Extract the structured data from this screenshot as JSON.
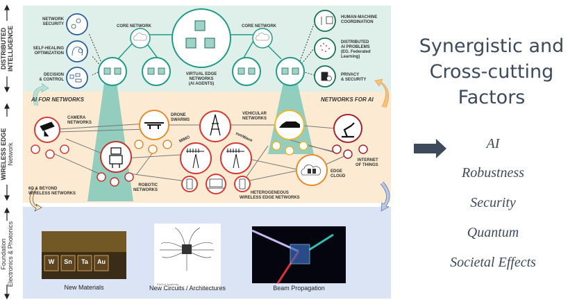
{
  "layers": {
    "distributed_intelligence": {
      "label": "DISTRIBUTED\nINTELLIGENCE",
      "line1": "DISTRIBUTED",
      "line2": "INTELLIGENCE",
      "color": "#dff0ea"
    },
    "wireless_edge": {
      "line1": "WIRELESS EDGE",
      "line2": "Network",
      "color": "#fcebd2"
    },
    "foundation": {
      "line1": "Foundation",
      "line2": "Electronics & Photonics",
      "color": "#dbe4f4"
    }
  },
  "ai_layer": {
    "left_items": [
      {
        "label1": "NETWORK",
        "label2": "SECURITY",
        "icon": "lock-network-icon"
      },
      {
        "label1": "SELF-HEALING",
        "label2": "OPTIMIZATION",
        "icon": "head-gear-icon"
      },
      {
        "label1": "DECISION",
        "label2": "& CONTROL",
        "icon": "flowchart-icon"
      }
    ],
    "right_items": [
      {
        "label1": "HUMAN-MACHINE",
        "label2": "COORDINATION",
        "icon": "human-chip-icon"
      },
      {
        "label1": "DISTRIBUTED",
        "label2": "AI PROBLEMS",
        "label3": "(EG. Federated",
        "label4": "Learning)",
        "icon": "brain-dots-icon"
      },
      {
        "label1": "PRIVACY",
        "label2": "& SECURITY",
        "icon": "document-lock-icon"
      }
    ],
    "core_network_left": "CORE NETWORK",
    "core_network_right": "CORE NETWORK",
    "virtual_edge": {
      "line1": "VIRTUAL EDGE",
      "line2": "NETWORKS",
      "line3": "(AI AGENTS)"
    },
    "ai_for_networks": "AI FOR NETWORKS",
    "networks_for_ai": "NETWORKS FOR AI",
    "accent_color": "#1f9a87"
  },
  "edge_layer": {
    "camera": {
      "line1": "CAMERA",
      "line2": "NETWORKS"
    },
    "drone": {
      "line1": "DRONE",
      "line2": "SWARMS"
    },
    "vehicular": {
      "line1": "VEHICULAR",
      "line2": "NETWORKS"
    },
    "mimo": "MIMO",
    "mmwave": "mmWave",
    "robotic": {
      "line1": "ROBOTIC",
      "line2": "NETWORKS"
    },
    "iot": {
      "line1": "INTERNET",
      "line2": "OF THINGS"
    },
    "edge_cloud": {
      "line1": "EDGE",
      "line2": "CLOUD"
    },
    "heterogeneous": {
      "line1": "HETEROGENEOUS",
      "line2": "WIRELESS EDGE NETWORKS"
    },
    "sixg": {
      "line1": "6G & BEYOND",
      "line2": "WIRELESS NETWORKS"
    },
    "red": "#d63a32",
    "orange": "#ea8a2a",
    "yellow": "#f0b52a",
    "darkred": "#a5232a"
  },
  "foundation_layer": {
    "items": [
      {
        "caption": "New Materials",
        "tiles": [
          "W",
          "Sn",
          "Ta",
          "Au"
        ]
      },
      {
        "caption": "New Circuits / Architectures",
        "credit": "EAGLE Academy"
      },
      {
        "caption": "Beam Propagation"
      }
    ]
  },
  "right_panel": {
    "title_lines": [
      "Synergistic and",
      "Cross-cutting",
      "Factors"
    ],
    "factors": [
      "AI",
      "Robustness",
      "Security",
      "Quantum",
      "Societal Effects"
    ],
    "arrow_color": "#3d4a5c"
  }
}
